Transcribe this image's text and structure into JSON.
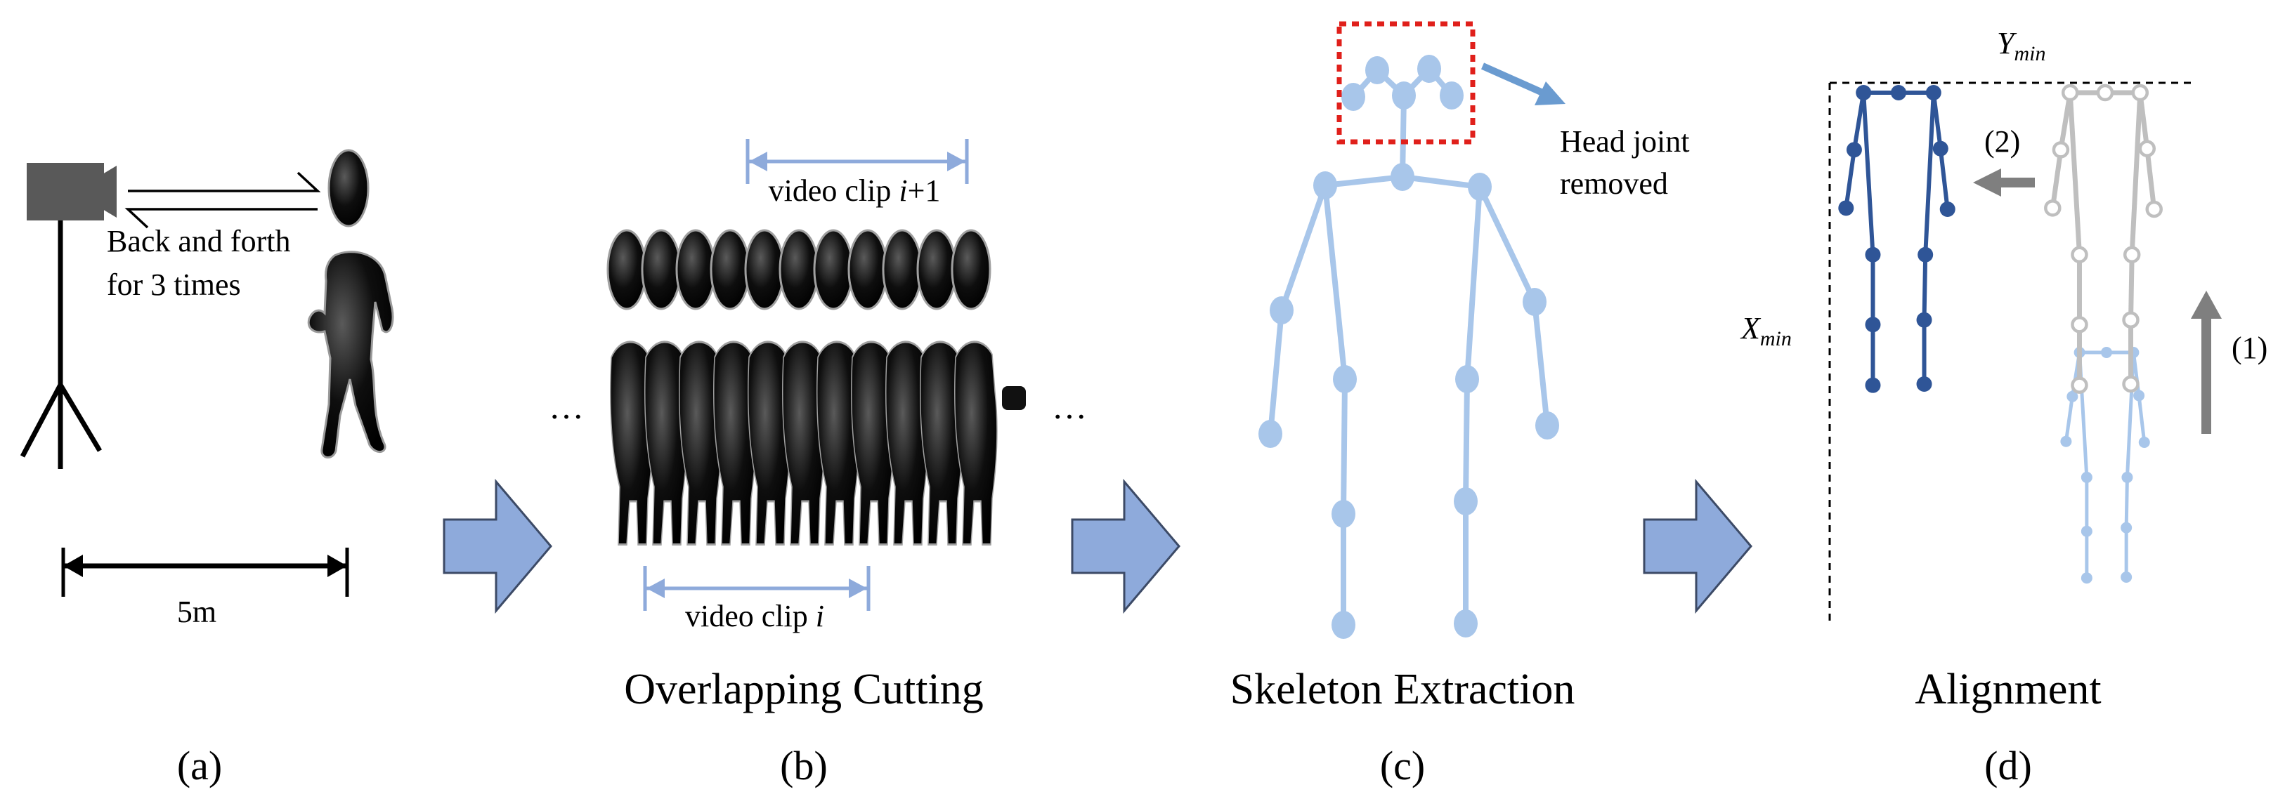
{
  "panels": {
    "a": {
      "caption": "(a)",
      "note_line1": "Back and forth",
      "note_line2": "for 3 times",
      "distance": "5m"
    },
    "b": {
      "title": "Overlapping Cutting",
      "caption": "(b)",
      "clip_next_prefix": "video clip ",
      "clip_next_var": "i",
      "clip_next_suffix": "+1",
      "clip_prefix": "video clip ",
      "clip_var": "i",
      "ellipsis": "…"
    },
    "c": {
      "title": "Skeleton Extraction",
      "caption": "(c)",
      "note_line1": "Head joint",
      "note_line2": "removed"
    },
    "d": {
      "title": "Alignment",
      "caption": "(d)",
      "y_base": "Y",
      "y_sub": "min",
      "x_base": "X",
      "x_sub": "min",
      "step1": "(1)",
      "step2": "(2)"
    }
  },
  "colors": {
    "flow_arrow": "#8eaadb",
    "skeleton_light": "#a8c6ea",
    "skeleton_dark": "#2f5597",
    "skeleton_gray": "#bfbfbf",
    "head_box": "#e0201b",
    "callout_arrow": "#6a9bd0",
    "shift_arrow": "#7f7f7f",
    "silhouette": "#000000"
  }
}
